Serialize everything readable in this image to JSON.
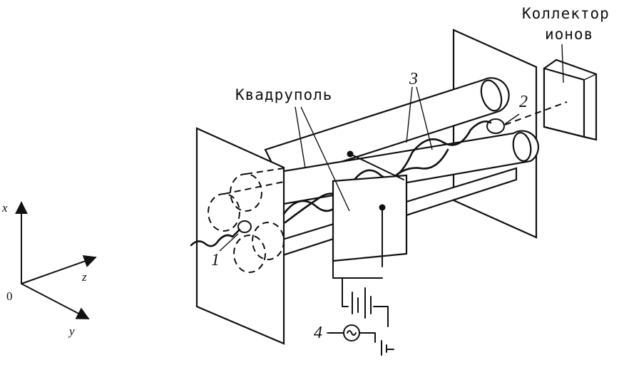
{
  "labels": {
    "collector_line1": "Коллектор",
    "collector_line2": "ионов",
    "quadrupole": "Квадруполь",
    "n1": "1",
    "n2": "2",
    "n3": "3",
    "n4": "4"
  },
  "axes": {
    "x": "x",
    "y": "y",
    "z": "z",
    "origin": "0"
  }
}
